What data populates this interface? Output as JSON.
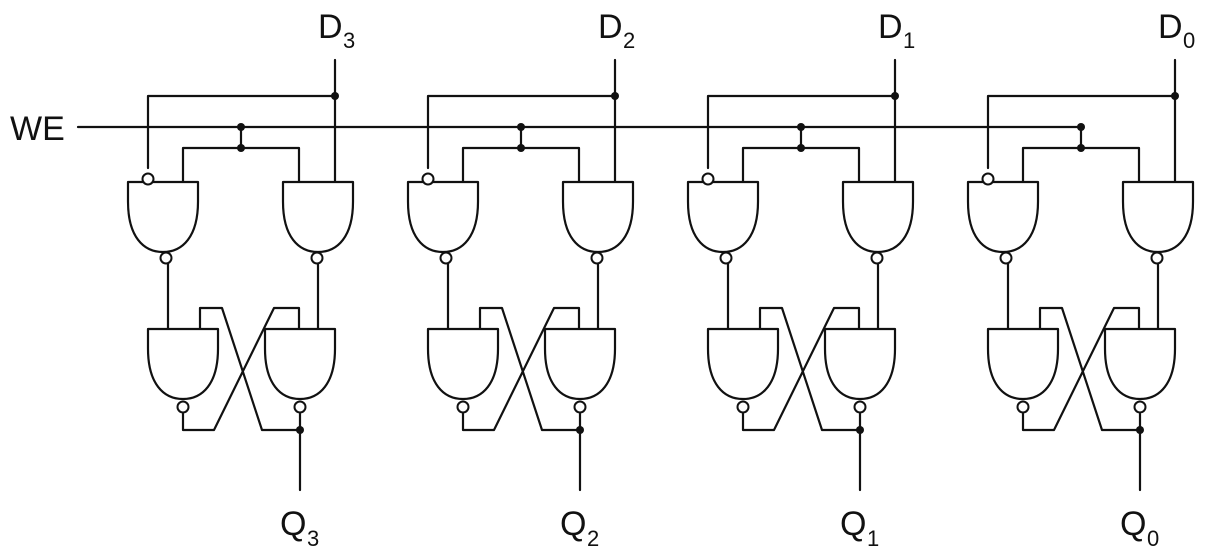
{
  "labels": {
    "write_enable": "WE",
    "bits": [
      {
        "input": "D",
        "input_sub": "3",
        "output": "Q",
        "output_sub": "3"
      },
      {
        "input": "D",
        "input_sub": "2",
        "output": "Q",
        "output_sub": "2"
      },
      {
        "input": "D",
        "input_sub": "1",
        "output": "Q",
        "output_sub": "1"
      },
      {
        "input": "D",
        "input_sub": "0",
        "output": "Q",
        "output_sub": "0"
      }
    ]
  },
  "colors": {
    "line": "#111111",
    "background": "#ffffff"
  }
}
